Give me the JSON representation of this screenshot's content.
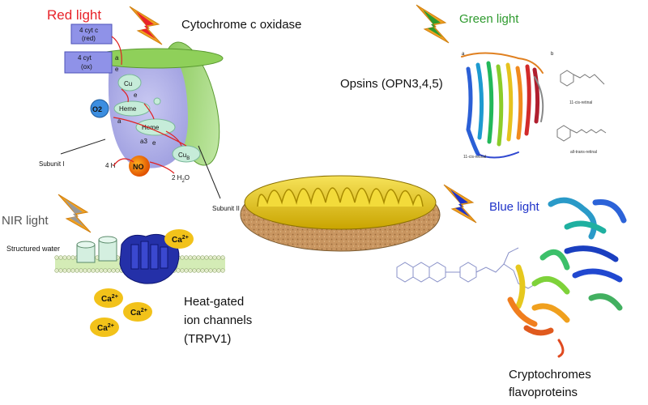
{
  "sections": {
    "red": {
      "light_label": "Red light",
      "target_label": "Cytochrome c oxidase",
      "cyt_red": "4 cyt c",
      "cyt_red_sub": "(red)",
      "cyt_ox": "4 cyt",
      "cyt_ox_sub": "(ox)",
      "cu_a": "Cu",
      "heme_a": "Heme",
      "heme_a3": "Heme",
      "a_label": "a",
      "a3_label": "a3",
      "cu_b": "Cu",
      "cu_b_sub": "B",
      "o2": "O2",
      "no": "NO",
      "h_label": "4 H",
      "water": "2 H",
      "water_sub": "2",
      "water_tail": "O",
      "subunit1": "Subunit I",
      "subunit2": "Subunit II",
      "e1": "e",
      "e2": "e",
      "e3": "e",
      "small_a": "a"
    },
    "green": {
      "light_label": "Green light",
      "target_label": "Opsins (OPN3,4,5)",
      "panel_a": "a",
      "panel_b": "b",
      "retinal_1": "11-cis-retinal",
      "retinal_2": "all-trans-retinal",
      "retinal_caption": "11-cis-retinal"
    },
    "nir": {
      "light_label": "NIR light",
      "structured_water": "Structured water",
      "target_line1": "Heat-gated",
      "target_line2": "ion channels",
      "target_line3": "(TRPV1)",
      "ca_ion": "Ca",
      "ca_charge": "2+"
    },
    "blue": {
      "light_label": "Blue light",
      "target_line1": "Cryptochromes",
      "target_line2": "flavoproteins"
    }
  },
  "colors": {
    "red_label": "#e8232a",
    "green_label": "#2e9a2e",
    "blue_label": "#1f33c9",
    "nir_label": "#555555",
    "bolt_outer": "#f0a020",
    "calcium": "#f2c21a",
    "membrane": "#c7e8a0"
  },
  "icons": {
    "red_bolt": "lightning-bolt-icon",
    "green_bolt": "lightning-bolt-icon",
    "blue_bolt": "lightning-bolt-icon",
    "nir_bolt": "lightning-bolt-icon"
  }
}
